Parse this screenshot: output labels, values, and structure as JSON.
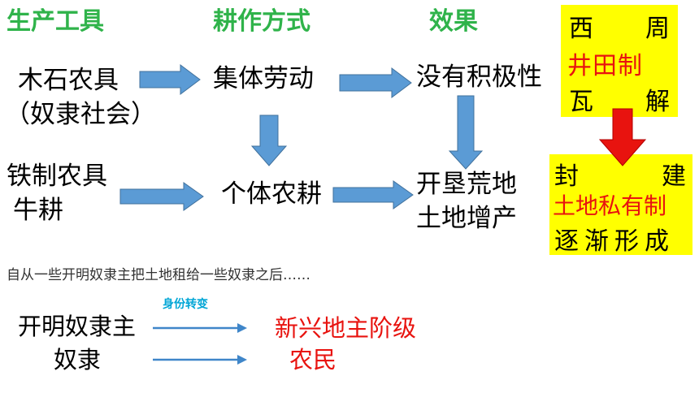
{
  "headers": {
    "tools": "生产工具",
    "method": "耕作方式",
    "effect": "效果"
  },
  "row1": {
    "tools_line1": "木石农具",
    "tools_line2": "（奴隶社会）",
    "method": "集体劳动",
    "effect": "没有积极性"
  },
  "row2": {
    "tools_line1": "铁制农具",
    "tools_line2": "牛耕",
    "method": "个体农耕",
    "effect_line1": "开垦荒地",
    "effect_line2": "土地增产"
  },
  "box_top": {
    "line1_a": "西",
    "line1_b": "周",
    "line2": "井田制",
    "line3_a": "瓦",
    "line3_b": "解"
  },
  "box_bottom": {
    "line1_a": "封",
    "line1_b": "建",
    "line2": "土地私有制",
    "line3": "逐渐形成"
  },
  "note": "自从一些开明奴隶主把土地租给一些奴隶之后……",
  "identity_change_label": "身份转变",
  "transform": {
    "from1": "开明奴隶主",
    "from2": "奴隶",
    "to1": "新兴地主阶级",
    "to2": "农民"
  },
  "colors": {
    "header_green": "#2fb34a",
    "arrow_blue": "#5b9bd5",
    "arrow_red": "#e8130f",
    "highlight_yellow": "#ffff00",
    "text_red": "#e8130f",
    "label_cyan": "#00a6d6"
  }
}
